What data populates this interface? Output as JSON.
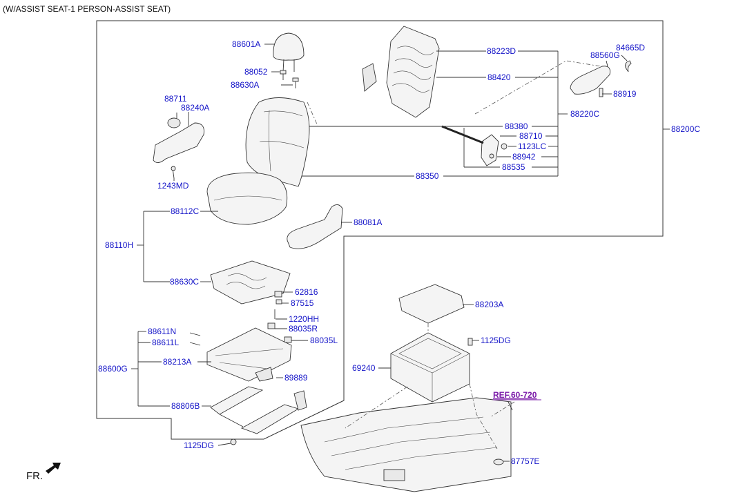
{
  "header": {
    "title": "(W/ASSIST SEAT-1 PERSON-ASSIST SEAT)"
  },
  "fr_label": "FR.",
  "ref_label": "REF.60-720",
  "labels": [
    {
      "id": "88601A",
      "text": "88601A"
    },
    {
      "id": "88052",
      "text": "88052"
    },
    {
      "id": "88630A",
      "text": "88630A"
    },
    {
      "id": "88711",
      "text": "88711"
    },
    {
      "id": "88240A",
      "text": "88240A"
    },
    {
      "id": "1243MD",
      "text": "1243MD"
    },
    {
      "id": "88223D",
      "text": "88223D"
    },
    {
      "id": "88420",
      "text": "88420"
    },
    {
      "id": "84665D",
      "text": "84665D"
    },
    {
      "id": "88560G",
      "text": "88560G"
    },
    {
      "id": "88919",
      "text": "88919"
    },
    {
      "id": "88220C",
      "text": "88220C"
    },
    {
      "id": "88200C",
      "text": "88200C"
    },
    {
      "id": "88380",
      "text": "88380"
    },
    {
      "id": "88710",
      "text": "88710"
    },
    {
      "id": "1123LC",
      "text": "1123LC"
    },
    {
      "id": "88942",
      "text": "88942"
    },
    {
      "id": "88535",
      "text": "88535"
    },
    {
      "id": "88350",
      "text": "88350"
    },
    {
      "id": "88112C",
      "text": "88112C"
    },
    {
      "id": "88081A",
      "text": "88081A"
    },
    {
      "id": "88110H",
      "text": "88110H"
    },
    {
      "id": "88630C",
      "text": "88630C"
    },
    {
      "id": "62816",
      "text": "62816"
    },
    {
      "id": "87515",
      "text": "87515"
    },
    {
      "id": "1220HH",
      "text": "1220HH"
    },
    {
      "id": "88035R",
      "text": "88035R"
    },
    {
      "id": "88035L",
      "text": "88035L"
    },
    {
      "id": "88611N",
      "text": "88611N"
    },
    {
      "id": "88611L",
      "text": "88611L"
    },
    {
      "id": "88600G",
      "text": "88600G"
    },
    {
      "id": "88213A",
      "text": "88213A"
    },
    {
      "id": "89889",
      "text": "89889"
    },
    {
      "id": "88806B",
      "text": "88806B"
    },
    {
      "id": "1125DG_a",
      "text": "1125DG"
    },
    {
      "id": "1125DG_b",
      "text": "1125DG"
    },
    {
      "id": "88203A",
      "text": "88203A"
    },
    {
      "id": "69240",
      "text": "69240"
    },
    {
      "id": "87757E",
      "text": "87757E"
    }
  ]
}
